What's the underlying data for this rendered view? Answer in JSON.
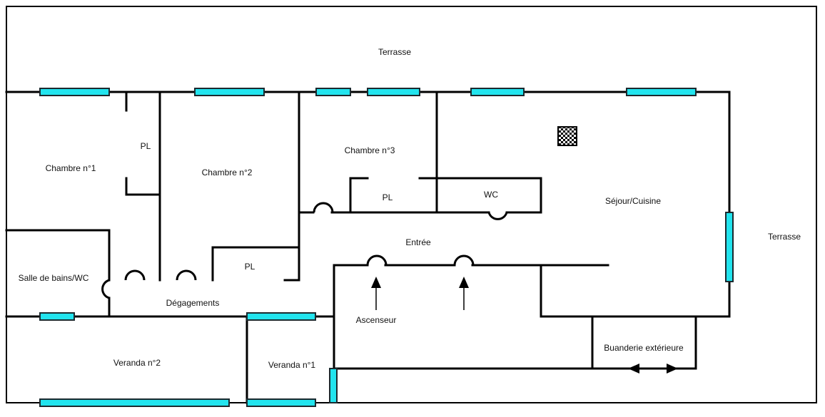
{
  "colors": {
    "wall": "#000000",
    "window": "#22e4ee",
    "window_border": "#1b2a2f",
    "background": "#ffffff"
  },
  "icons": {
    "fireplace": "checker-pattern-icon",
    "lift_arrow": "arrow-up-icon",
    "laundry_arrow": "double-arrow-icon"
  },
  "labels": {
    "terrasse_top": "Terrasse",
    "terrasse_right": "Terrasse",
    "chambre1": "Chambre n°1",
    "pl1": "PL",
    "chambre2": "Chambre n°2",
    "chambre3": "Chambre n°3",
    "pl3": "PL",
    "wc": "WC",
    "sejour": "Séjour/Cuisine",
    "entree": "Entrée",
    "salle_bains": "Salle de bains/WC",
    "pl2": "PL",
    "degagements": "Dégagements",
    "ascenseur": "Ascenseur",
    "veranda2": "Veranda n°2",
    "veranda1": "Veranda n°1",
    "buanderie": "Buanderie extérieure"
  }
}
